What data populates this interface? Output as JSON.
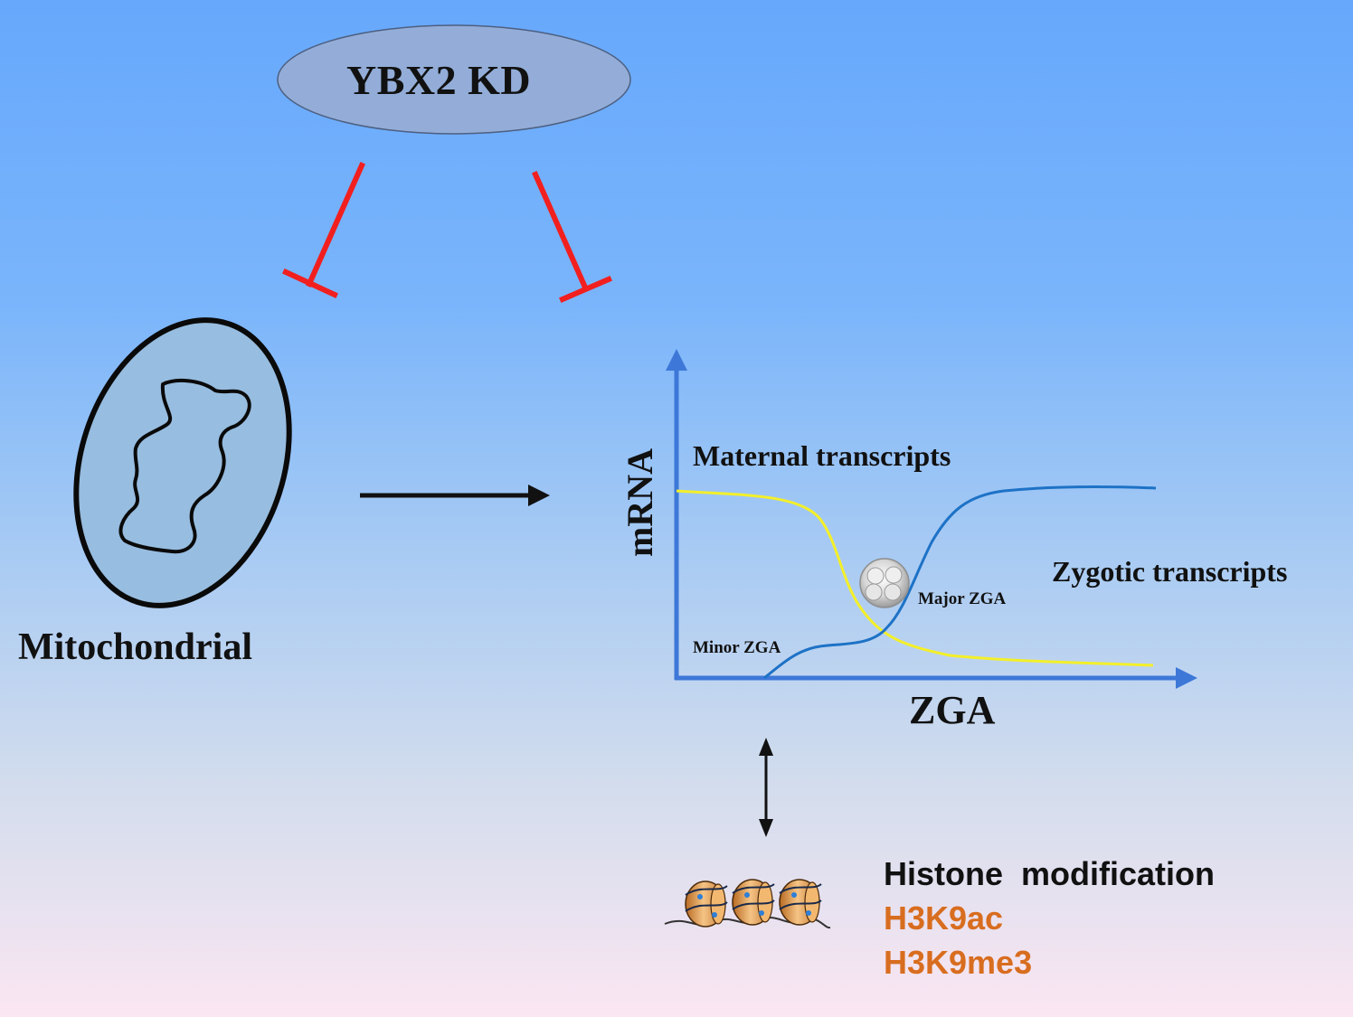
{
  "knockdown_label": "YBX2 KD",
  "mito_label": "Mitochondrial",
  "chart": {
    "y_axis_label": "mRNA",
    "x_axis_label": "ZGA",
    "maternal_label": "Maternal transcripts",
    "zygotic_label": "Zygotic transcripts",
    "minor_zga_label": "Minor ZGA",
    "major_zga_label": "Major ZGA"
  },
  "histone": {
    "title": "Histone  modification",
    "marks": [
      "H3K9ac",
      "H3K9me3"
    ]
  },
  "colors": {
    "inhibit": "#f21f1f",
    "maternal_curve": "#f3ef2a",
    "zygotic_curve": "#1d72c6",
    "axis": "#3d78d8",
    "histone_mark": "#d86d1f"
  }
}
